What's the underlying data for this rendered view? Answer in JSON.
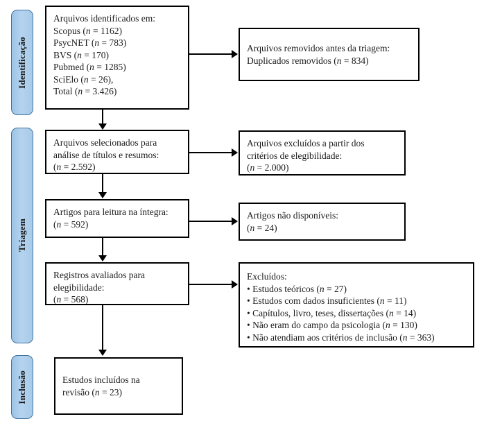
{
  "diagram": {
    "title": "Fluxograma PRISMA",
    "type": "prisma-flow-diagram",
    "colors": {
      "stage_pill_fill": "#a8cbe9",
      "stage_pill_border": "#41719c",
      "box_border": "#000000",
      "box_fill": "#ffffff",
      "text": "#1a1a1a"
    }
  },
  "stages": [
    {
      "id": "identificacao",
      "label": "Identificação"
    },
    {
      "id": "triagem",
      "label": "Triagem"
    },
    {
      "id": "inclusao",
      "label": "Inclusão"
    }
  ],
  "boxes": {
    "identified": {
      "id": "arquivos-identificados",
      "lines": [
        {
          "text": "Arquivos identificados em:",
          "bullet": false
        },
        {
          "text": "Scopus (n = 1162)",
          "bullet": false
        },
        {
          "text": "PsycNET (n = 783)",
          "bullet": false
        },
        {
          "text": "BVS (n = 170)",
          "bullet": false
        },
        {
          "text": "Pubmed (n = 1285)",
          "bullet": false
        },
        {
          "text": "SciElo (n = 26),",
          "bullet": false
        },
        {
          "text": "Total (n = 3.426)",
          "bullet": false
        }
      ]
    },
    "removed_before": {
      "id": "arquivos-removidos-antes-da-triagem",
      "lines": [
        {
          "text": "Arquivos removidos antes da triagem:",
          "bullet": false
        },
        {
          "text": "Duplicados removidos (n = 834)",
          "bullet": false
        }
      ]
    },
    "screened": {
      "id": "arquivos-selecionados",
      "lines": [
        {
          "text": "Arquivos selecionados para",
          "bullet": false
        },
        {
          "text": "análise de títulos e resumos:",
          "bullet": false
        },
        {
          "text": "(n = 2.592)",
          "bullet": false
        }
      ]
    },
    "excluded_criteria": {
      "id": "arquivos-excluidos-criterios",
      "lines": [
        {
          "text": "Arquivos excluídos a partir dos",
          "bullet": false
        },
        {
          "text": "critérios de elegibilidade:",
          "bullet": false
        },
        {
          "text": "(n = 2.000)",
          "bullet": false
        }
      ]
    },
    "fulltext": {
      "id": "artigos-leitura-integra",
      "lines": [
        {
          "text": "Artigos para leitura na íntegra:",
          "bullet": false
        },
        {
          "text": "(n = 592)",
          "bullet": false
        }
      ]
    },
    "not_available": {
      "id": "artigos-nao-disponiveis",
      "lines": [
        {
          "text": "Artigos não disponíveis:",
          "bullet": false
        },
        {
          "text": "(n = 24)",
          "bullet": false
        }
      ]
    },
    "eligibility": {
      "id": "registros-avaliados-elegibilidade",
      "lines": [
        {
          "text": "Registros avaliados para",
          "bullet": false
        },
        {
          "text": "elegibilidade:",
          "bullet": false
        },
        {
          "text": "(n = 568)",
          "bullet": false
        }
      ]
    },
    "excluded_list": {
      "id": "excluidos-lista",
      "lines": [
        {
          "text": "Excluídos:",
          "bullet": false
        },
        {
          "text": "• Estudos teóricos (n = 27)",
          "bullet": true
        },
        {
          "text": "• Estudos com dados insuficientes (n = 11)",
          "bullet": true
        },
        {
          "text": "• Capítulos, livro, teses, dissertações (n = 14)",
          "bullet": true
        },
        {
          "text": "• Não eram do campo da psicologia (n = 130)",
          "bullet": true
        },
        {
          "text": "• Não atendiam aos critérios de inclusão (n = 363)",
          "bullet": true
        }
      ]
    },
    "included": {
      "id": "estudos-incluidos",
      "lines": [
        {
          "text": "Estudos incluídos na",
          "bullet": false
        },
        {
          "text": "revisão (n = 23)",
          "bullet": false
        }
      ]
    }
  },
  "chart_data": {
    "type": "flow",
    "title": "Fluxograma PRISMA de seleção de estudos",
    "nodes": [
      {
        "stage": "Identificação",
        "label": "Arquivos identificados em",
        "sources": [
          {
            "name": "Scopus",
            "n": 1162
          },
          {
            "name": "PsycNET",
            "n": 783
          },
          {
            "name": "BVS",
            "n": 170
          },
          {
            "name": "Pubmed",
            "n": 1285
          },
          {
            "name": "SciElo",
            "n": 26
          }
        ],
        "total": 3426
      },
      {
        "stage": "Identificação",
        "label": "Arquivos removidos antes da triagem: Duplicados removidos",
        "n": 834
      },
      {
        "stage": "Triagem",
        "label": "Arquivos selecionados para análise de títulos e resumos",
        "n": 2592
      },
      {
        "stage": "Triagem",
        "label": "Arquivos excluídos a partir dos critérios de elegibilidade",
        "n": 2000
      },
      {
        "stage": "Triagem",
        "label": "Artigos para leitura na íntegra",
        "n": 592
      },
      {
        "stage": "Triagem",
        "label": "Artigos não disponíveis",
        "n": 24
      },
      {
        "stage": "Triagem",
        "label": "Registros avaliados para elegibilidade",
        "n": 568
      },
      {
        "stage": "Triagem",
        "label": "Excluídos",
        "reasons": [
          {
            "name": "Estudos teóricos",
            "n": 27
          },
          {
            "name": "Estudos com dados insuficientes",
            "n": 11
          },
          {
            "name": "Capítulos, livro, teses, dissertações",
            "n": 14
          },
          {
            "name": "Não eram do campo da psicologia",
            "n": 130
          },
          {
            "name": "Não atendiam aos critérios de inclusão",
            "n": 363
          }
        ]
      },
      {
        "stage": "Inclusão",
        "label": "Estudos incluídos na revisão",
        "n": 23
      }
    ]
  }
}
